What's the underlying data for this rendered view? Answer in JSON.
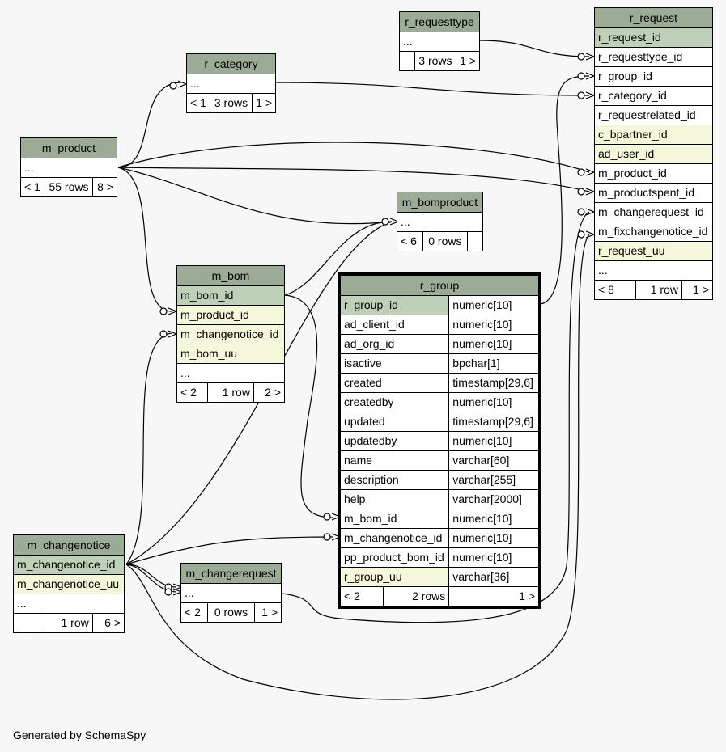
{
  "footer": "Generated by SchemaSpy",
  "colors": {
    "background": "#f7f7f7",
    "header": "#9bab96",
    "primary_key": "#bed1b8",
    "indexed": "#f4f7da"
  },
  "tables": {
    "r_requesttype": {
      "name": "r_requesttype",
      "more": "...",
      "rows": "3 rows",
      "parents": "",
      "children": "1 >"
    },
    "r_category": {
      "name": "r_category",
      "more": "...",
      "rows": "3 rows",
      "parents": "< 1",
      "children": "1 >"
    },
    "m_product": {
      "name": "m_product",
      "more": "...",
      "rows": "55 rows",
      "parents": "< 1",
      "children": "8 >"
    },
    "m_bomproduct": {
      "name": "m_bomproduct",
      "more": "...",
      "rows": "0 rows",
      "parents": "< 6",
      "children": ""
    },
    "m_bom": {
      "name": "m_bom",
      "columns": [
        "m_bom_id",
        "m_product_id",
        "m_changenotice_id",
        "m_bom_uu"
      ],
      "more": "...",
      "rows": "1 row",
      "parents": "< 2",
      "children": "2 >"
    },
    "m_changenotice": {
      "name": "m_changenotice",
      "columns": [
        "m_changenotice_id",
        "m_changenotice_uu"
      ],
      "more": "...",
      "rows": "1 row",
      "parents": "",
      "children": "6 >"
    },
    "m_changerequest": {
      "name": "m_changerequest",
      "more": "...",
      "rows": "0 rows",
      "parents": "< 2",
      "children": "1 >"
    },
    "r_request": {
      "name": "r_request",
      "columns": [
        "r_request_id",
        "r_requesttype_id",
        "r_group_id",
        "r_category_id",
        "r_requestrelated_id",
        "c_bpartner_id",
        "ad_user_id",
        "m_product_id",
        "m_productspent_id",
        "m_changerequest_id",
        "m_fixchangenotice_id",
        "r_request_uu"
      ],
      "more": "...",
      "rows": "1 row",
      "parents": "< 8",
      "children": "1 >"
    },
    "r_group": {
      "name": "r_group",
      "columns": [
        {
          "name": "r_group_id",
          "type": "numeric[10]"
        },
        {
          "name": "ad_client_id",
          "type": "numeric[10]"
        },
        {
          "name": "ad_org_id",
          "type": "numeric[10]"
        },
        {
          "name": "isactive",
          "type": "bpchar[1]"
        },
        {
          "name": "created",
          "type": "timestamp[29,6]"
        },
        {
          "name": "createdby",
          "type": "numeric[10]"
        },
        {
          "name": "updated",
          "type": "timestamp[29,6]"
        },
        {
          "name": "updatedby",
          "type": "numeric[10]"
        },
        {
          "name": "name",
          "type": "varchar[60]"
        },
        {
          "name": "description",
          "type": "varchar[255]"
        },
        {
          "name": "help",
          "type": "varchar[2000]"
        },
        {
          "name": "m_bom_id",
          "type": "numeric[10]"
        },
        {
          "name": "m_changenotice_id",
          "type": "numeric[10]"
        },
        {
          "name": "pp_product_bom_id",
          "type": "numeric[10]"
        },
        {
          "name": "r_group_uu",
          "type": "varchar[36]"
        }
      ],
      "rows": "2 rows",
      "parents": "< 2",
      "children": "1 >"
    }
  }
}
